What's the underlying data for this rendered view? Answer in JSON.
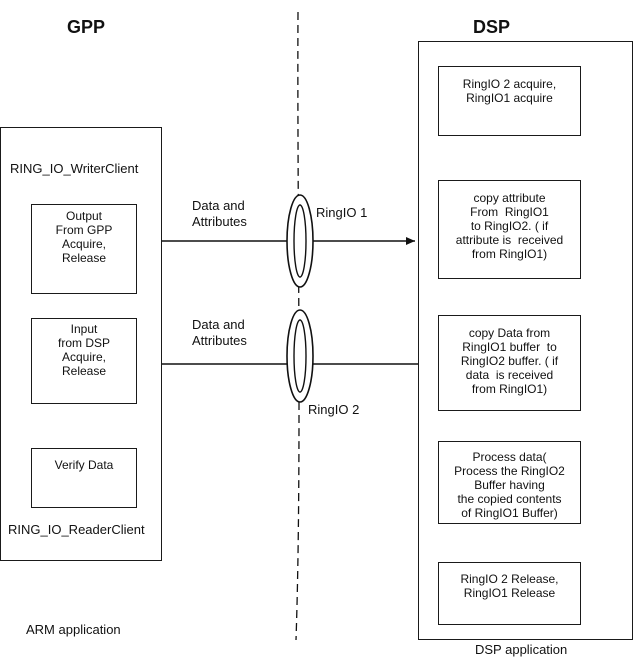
{
  "gpp": {
    "title": "GPP",
    "writer_client": "RING_IO_WriterClient",
    "output_box": "Output\nFrom GPP\nAcquire,\nRelease",
    "input_box": "Input\nfrom DSP\nAcquire,\nRelease",
    "verify_box": "Verify Data",
    "reader_client": "RING_IO_ReaderClient",
    "footer": "ARM application"
  },
  "dsp": {
    "title": "DSP",
    "step1": "RingIO 2 acquire,\nRingIO1 acquire",
    "step2": "copy attribute\nFrom  RingIO1\nto RingIO2. ( if\nattribute is  received\nfrom RingIO1)",
    "step3": "copy Data from\nRingIO1 buffer  to\nRingIO2 buffer. ( if\ndata  is received\nfrom RingIO1)",
    "step4": "Process data(\nProcess the RingIO2\nBuffer having\nthe copied contents\nof RingIO1 Buffer)",
    "step5": "RingIO 2 Release,\nRingIO1 Release",
    "footer": "DSP application"
  },
  "links": {
    "upper_label": "Data and\nAttributes",
    "lower_label": "Data and\nAttributes",
    "ring1": "RingIO 1",
    "ring2": "RingIO 2"
  }
}
